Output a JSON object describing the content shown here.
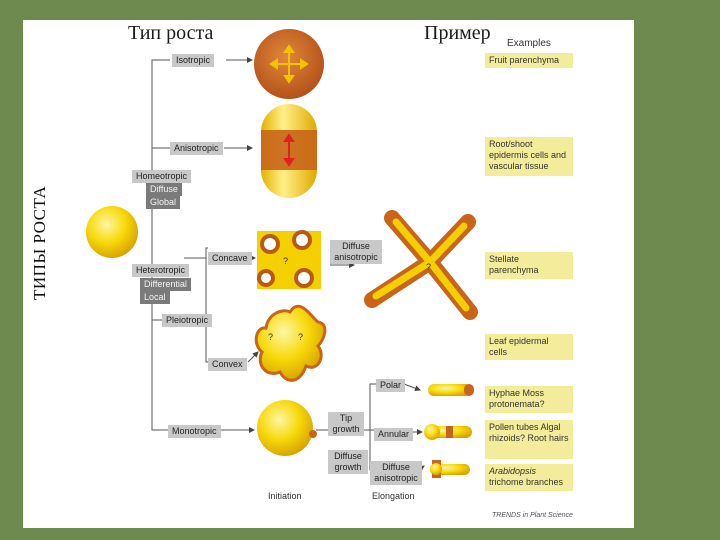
{
  "headings": {
    "growth_type": "Тип роста",
    "example": "Пример",
    "examples_small": "Examples",
    "side_title": "ТИПЫ РОСТА"
  },
  "growth_modes": {
    "isotropic": "Isotropic",
    "anisotropic": "Anisotropic",
    "homeotropic": "Homeotropic",
    "diffuse": "Diffuse",
    "global": "Global",
    "heterotropic": "Heterotropic",
    "differential": "Differential",
    "local": "Local",
    "concave": "Concave",
    "diffuse_anisotropic": "Diffuse anisotropic",
    "pleiotropic": "Pleiotropic",
    "convex": "Convex",
    "monotropic": "Monotropic",
    "tip_growth": "Tip growth",
    "diffuse_growth": "Diffuse growth",
    "polar": "Polar",
    "annular": "Annular",
    "diffuse_anisotropic_2": "Diffuse anisotropic"
  },
  "examples": {
    "fruit": "Fruit parenchyma",
    "root": "Root/shoot epidermis cells and vascular tissue",
    "stellate": "Stellate parenchyma",
    "leaf": "Leaf epidermal cells",
    "hyphae": "Hyphae Moss protonemata?",
    "pollen": "Pollen tubes Algal rhizoids? Root hairs",
    "arabidopsis_italic": "Arabidopsis",
    "arabidopsis_rest": "trichome branches"
  },
  "footer": {
    "initiation": "Initiation",
    "elongation": "Elongation",
    "credit": "TRENDS in Plant Science"
  },
  "question_mark": "?",
  "colors": {
    "background": "#6f8a4f",
    "cell_yellow": "#f4d000",
    "cell_orange": "#c8651a",
    "label_grey": "#c8c8c8",
    "label_dark": "#7a7a7a",
    "example_box": "#f3ec9a"
  }
}
